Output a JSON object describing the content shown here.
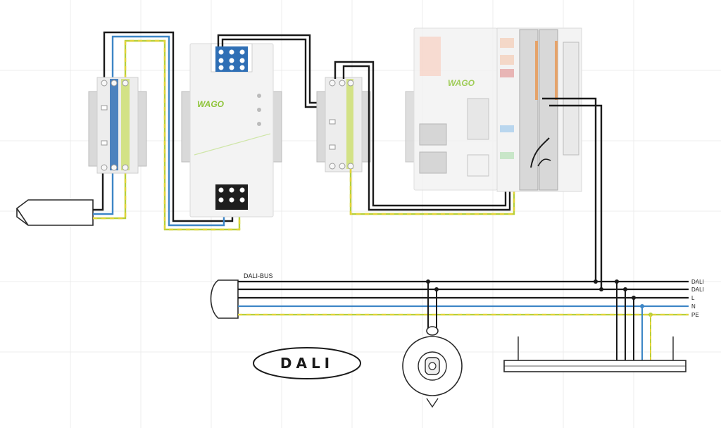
{
  "bus": {
    "title": "DALI-BUS",
    "lines": [
      {
        "label": "DALI",
        "color": "#1a1a1a"
      },
      {
        "label": "DALI",
        "color": "#1a1a1a"
      },
      {
        "label": "L",
        "color": "#1a1a1a"
      },
      {
        "label": "N",
        "color": "#3d86c6"
      },
      {
        "label": "PE",
        "color": "#b7cf3a"
      }
    ]
  },
  "devices": {
    "power_supply_brand": "WAGO",
    "controller_brand": "WAGO",
    "logo_text": "DALI"
  },
  "colors": {
    "black_wire": "#1a1a1a",
    "blue_wire": "#3d86c6",
    "pe_green": "#b7cf3a",
    "pe_yellow": "#e2d33a",
    "wago_green": "#8fc43a",
    "terminal_blue": "#2f6fb5"
  },
  "icons": [
    "plug-icon",
    "cable-end-icon",
    "rotary-dimmer-icon",
    "luminaire-icon"
  ]
}
